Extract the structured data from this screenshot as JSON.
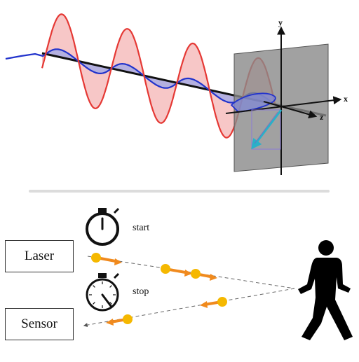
{
  "wave_diagram": {
    "axis_labels": {
      "x": "x",
      "y": "y",
      "z": "z"
    },
    "colors": {
      "red_wave": "#e53935",
      "red_fill": "#f4b4b4",
      "blue_wave": "#2233cc",
      "blue_fill": "#9ea8e8",
      "plane": "#808080",
      "vector": "#2ab0c8"
    }
  },
  "tof_diagram": {
    "laser_label": "Laser",
    "sensor_label": "Sensor",
    "start_label": "start",
    "stop_label": "stop",
    "icons": [
      "stopwatch-start-icon",
      "stopwatch-stop-icon",
      "walking-person-icon"
    ],
    "colors": {
      "pulse_dot": "#f5b800",
      "pulse_arrow": "#f08a1e",
      "path_line": "#666666"
    }
  }
}
